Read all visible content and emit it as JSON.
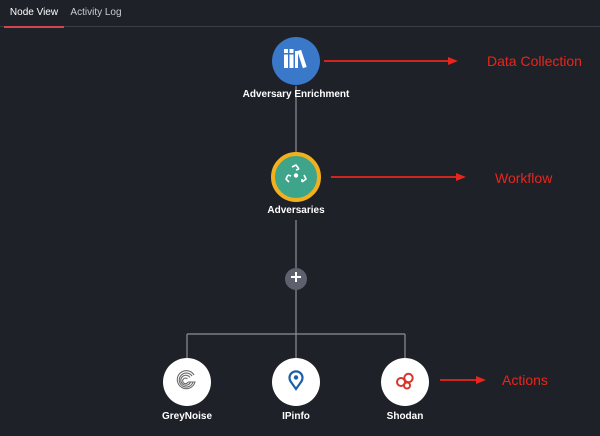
{
  "tabs": [
    {
      "label": "Node View",
      "active": true
    },
    {
      "label": "Activity Log",
      "active": false
    }
  ],
  "nodes": {
    "source": {
      "label": "Adversary Enrichment",
      "icon": "library-books-icon",
      "color": "#3a78c9"
    },
    "workflow": {
      "label": "Adversaries",
      "icon": "recycle-icon",
      "color": "#3ea58a",
      "ring": "#f2b01e"
    },
    "actions": [
      {
        "label": "GreyNoise",
        "icon": "greynoise-logo-icon"
      },
      {
        "label": "IPinfo",
        "icon": "ipinfo-pin-icon"
      },
      {
        "label": "Shodan",
        "icon": "shodan-logo-icon"
      }
    ]
  },
  "annotations": {
    "data_collection": "Data Collection",
    "workflow": "Workflow",
    "actions": "Actions",
    "color": "#e8261d"
  },
  "add_button": {
    "icon": "plus-icon"
  }
}
